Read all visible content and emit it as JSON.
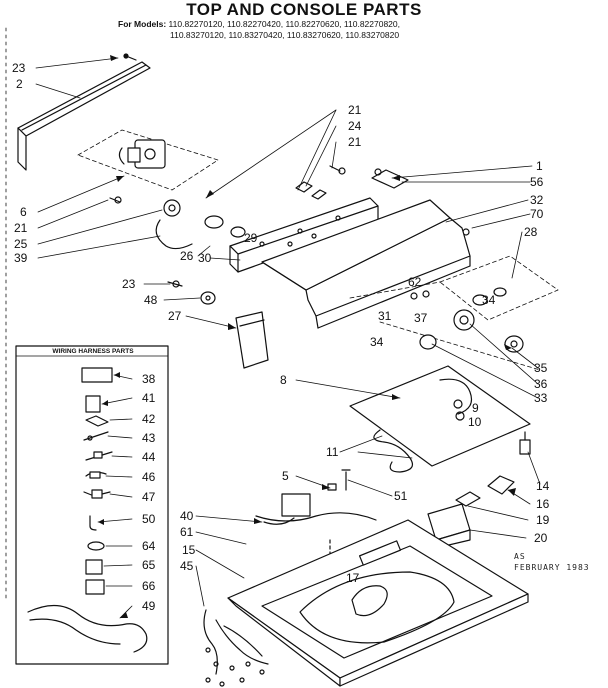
{
  "title": "TOP AND CONSOLE PARTS",
  "models": {
    "label": "For Models:",
    "line1": "110.82270120, 110.82270420, 110.82270620, 110.82270820,",
    "line2": "110.83270120, 110.83270420, 110.83270620, 110.83270820"
  },
  "wiring_box_title": "WIRING HARNESS PARTS",
  "stamp": {
    "line1": "AS",
    "line2": "FEBRUARY 1983"
  },
  "callouts": [
    "23",
    "2",
    "21",
    "24",
    "21",
    "1",
    "56",
    "32",
    "70",
    "28",
    "6",
    "21",
    "25",
    "39",
    "29",
    "26",
    "30",
    "23",
    "48",
    "27",
    "62",
    "34",
    "31",
    "37",
    "34",
    "35",
    "36",
    "33",
    "8",
    "9",
    "10",
    "11",
    "14",
    "5",
    "51",
    "16",
    "19",
    "40",
    "61",
    "15",
    "45",
    "17",
    "20",
    "38",
    "41",
    "42",
    "43",
    "44",
    "46",
    "47",
    "50",
    "64",
    "65",
    "66",
    "49"
  ]
}
